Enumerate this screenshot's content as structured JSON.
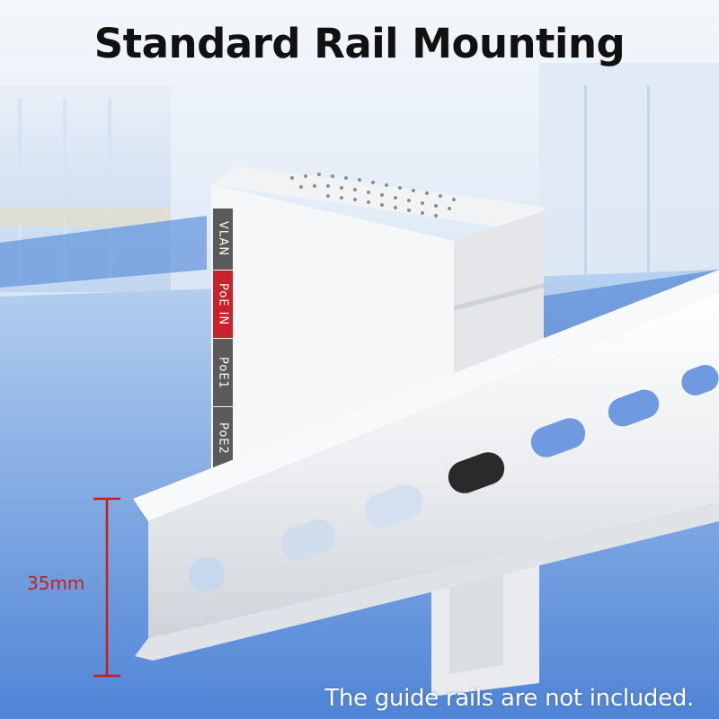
{
  "title": "Standard Rail Mounting",
  "ports": [
    "VLAN",
    "PoE IN",
    "PoE1",
    "PoE2"
  ],
  "dimension": {
    "label": "35mm"
  },
  "caption": "The guide rails are not included.",
  "colors": {
    "dimension_red": "#cc1d1d",
    "port_label_gray": "#5a5a5a",
    "port_label_red": "#c8232c",
    "background_blue": "#a9c6ea"
  }
}
